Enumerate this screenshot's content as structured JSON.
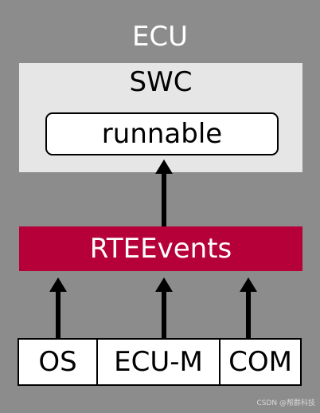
{
  "diagram": {
    "ecu_label": "ECU",
    "swc_label": "SWC",
    "runnable_label": "runnable",
    "rte_events_label": "RTEEvents",
    "sources": {
      "os": "OS",
      "ecu_m": "ECU-M",
      "com": "COM"
    },
    "colors": {
      "background": "#8c8c8c",
      "swc_fill": "#e6e6e6",
      "rte_bar": "#b5003a",
      "text_light": "#ffffff"
    }
  },
  "watermark": "CSDN @帮群科技"
}
